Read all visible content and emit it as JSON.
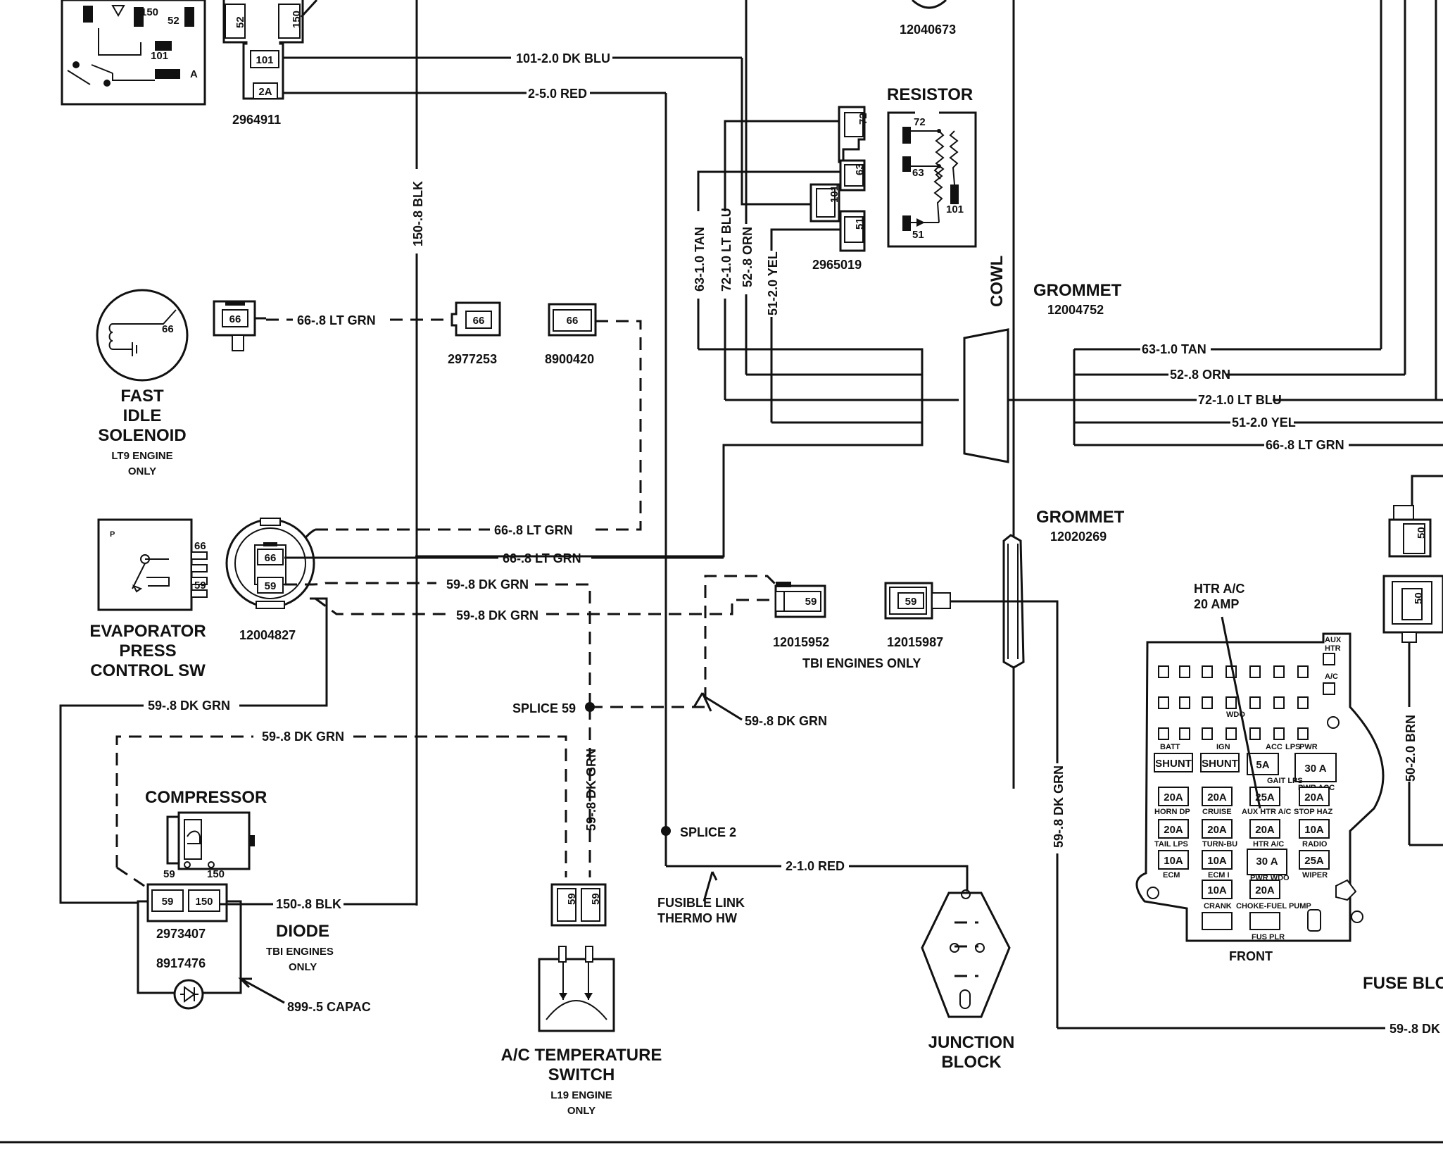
{
  "components": {
    "fast_idle_solenoid": {
      "title": [
        "FAST",
        "IDLE",
        "SOLENOID"
      ],
      "note": [
        "LT9 ENGINE",
        "ONLY"
      ],
      "pin": "66"
    },
    "evaporator_switch": {
      "title": [
        "EVAPORATOR",
        "PRESS",
        "CONTROL SW"
      ],
      "pins": [
        "66",
        "59"
      ],
      "p_label": "P"
    },
    "compressor": {
      "title": "COMPRESSOR",
      "pin_labels": [
        "59",
        "150"
      ]
    },
    "diode": {
      "title": "DIODE",
      "note": [
        "TBI ENGINES",
        "ONLY"
      ],
      "part_a": "2973407",
      "part_b": "8917476",
      "pins": [
        "59",
        "150"
      ]
    },
    "ac_temp_switch": {
      "title": [
        "A/C TEMPERATURE",
        "SWITCH"
      ],
      "note": [
        "L19 ENGINE",
        "ONLY"
      ],
      "pins": [
        "59",
        "59"
      ]
    },
    "junction_block": {
      "title": [
        "JUNCTION",
        "BLOCK"
      ]
    },
    "resistor": {
      "title": "RESISTOR",
      "pins": [
        "72",
        "63",
        "101",
        "51"
      ]
    },
    "cowl": {
      "label": "COWL"
    },
    "grommet_1": {
      "title": "GROMMET",
      "part": "12004752"
    },
    "grommet_2": {
      "title": "GROMMET",
      "part": "12020269"
    },
    "relay": {
      "pins": [
        "150",
        "52",
        "101",
        "2",
        "A"
      ]
    },
    "fuse_block": {
      "title": "FUSE BLC",
      "front": "FRONT",
      "callout": [
        "HTR A/C",
        "20 AMP"
      ],
      "top_labels": [
        "AUX",
        "HTR",
        "A/C"
      ],
      "small_labels": [
        "BATT",
        "IGN",
        "ACC",
        "LPS",
        "PWR",
        "WDO",
        "HORN DP",
        "CRUISE",
        "AUX HTR A/C",
        "STOP HAZ",
        "TAIL LPS",
        "TURN-BU",
        "HTR A/C",
        "RADIO",
        "ECM",
        "ECM I",
        "PWR WDO",
        "WIPER",
        "CRANK",
        "CHOKE-FUEL PUMP",
        "FUS PLR",
        "PWR ACC",
        "GAIT LPS"
      ],
      "fuses": [
        "SHUNT",
        "SHUNT",
        "5A",
        "30 A",
        "20A",
        "20A",
        "25A",
        "20A",
        "20A",
        "20A",
        "20A",
        "10A",
        "10A",
        "10A",
        "30 A",
        "25A",
        "10A",
        "20A"
      ]
    }
  },
  "connectors": {
    "c_2964911": "2964911",
    "c_2977253": "2977253",
    "c_8900420": "8900420",
    "c_12004827": "12004827",
    "c_12015952": "12015952",
    "c_12015987": "12015987",
    "c_2965019": "2965019",
    "c_12040673": "12040673",
    "tbi_note": "TBI ENGINES ONLY",
    "pins": {
      "p52": "52",
      "p150": "150",
      "p101": "101",
      "p2a": "2A",
      "p66": "66",
      "p59": "59",
      "p50": "50",
      "p72": "72",
      "p63": "63",
      "p51": "51"
    }
  },
  "wires": {
    "w101": "101-2.0 DK BLU",
    "w2red": "2-5.0 RED",
    "w150blk": "150-.8 BLK",
    "w66ltgrn": "66-.8 LT GRN",
    "w59dkgrn": "59-.8 DK GRN",
    "w63tan": "63-1.0 TAN",
    "w72ltblu": "72-1.0 LT BLU",
    "w52orn": "52-.8 ORN",
    "w51yel": "51-2.0 YEL",
    "w63tan_r": "63-1.0 TAN",
    "w52orn_r": "52-.8 ORN",
    "w72ltblu_r": "72-1.0 LT BLU",
    "w51yel_r": "51-2.0 YEL",
    "w66ltgrn_r": "66-.8 LT GRN",
    "w21red": "2-1.0 RED",
    "w50brn": "50-2.0 BRN",
    "w59dk_bottom": "59-.8 DK",
    "w150blk_diode": "150-.8 BLK",
    "w899": "899-.5 CAPAC"
  },
  "splices": {
    "s59": "SPLICE 59",
    "s2": "SPLICE 2"
  },
  "fusible_link": [
    "FUSIBLE LINK",
    "THERMO HW"
  ]
}
